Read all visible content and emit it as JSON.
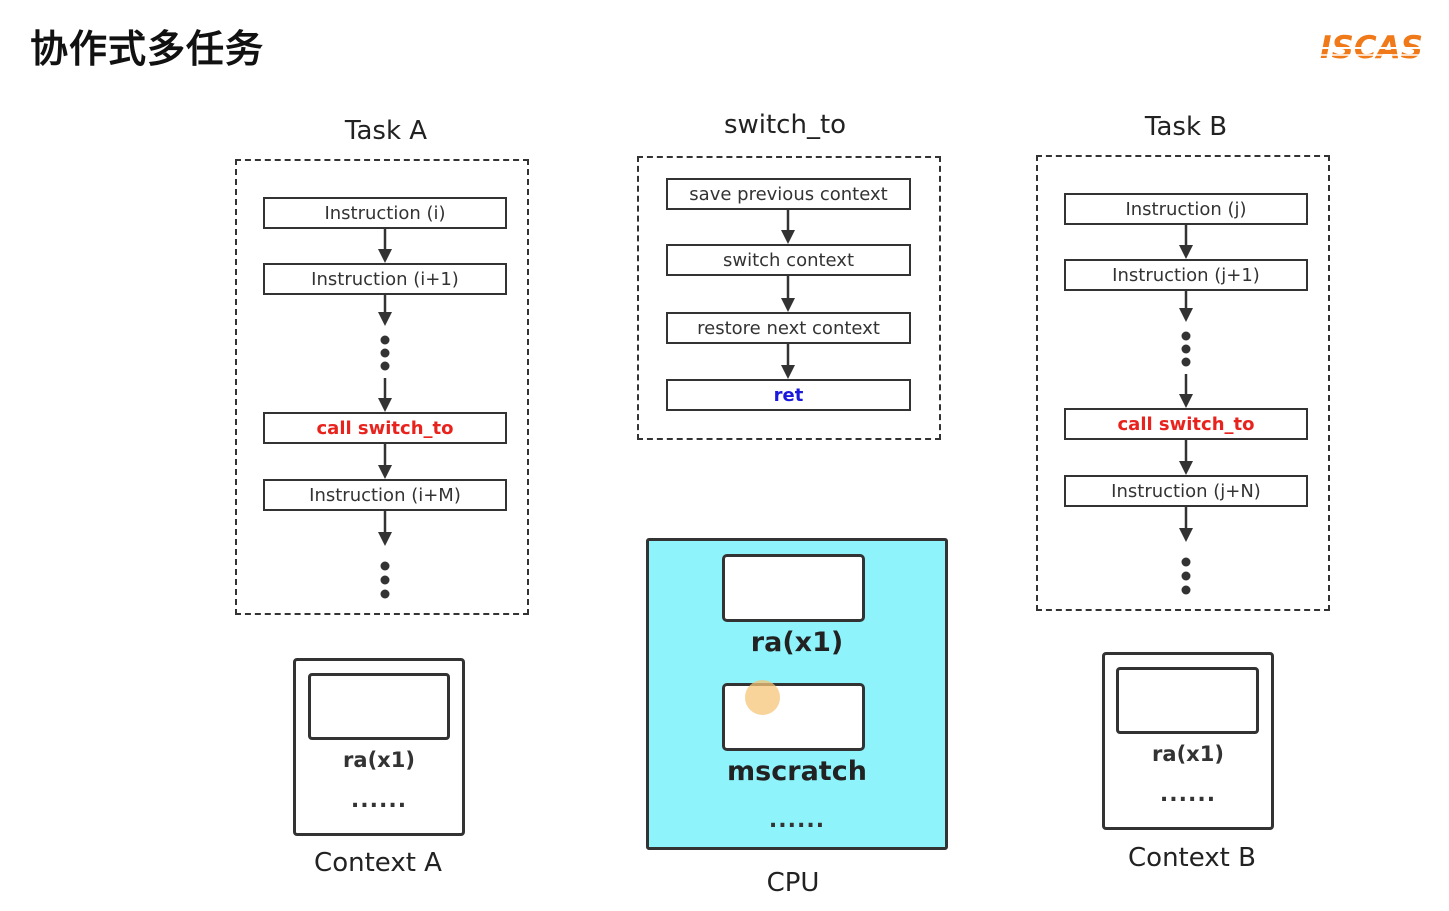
{
  "slide": {
    "title": "协作式多任务",
    "logo_text": "ISCAS"
  },
  "task_a": {
    "title": "Task A",
    "instructions": [
      "Instruction (i)",
      "Instruction (i+1)",
      "call  switch_to",
      "Instruction (i+M)"
    ]
  },
  "switch_to": {
    "title": "switch_to",
    "steps": [
      "save previous context",
      "switch context",
      "restore next context",
      "ret"
    ]
  },
  "task_b": {
    "title": "Task B",
    "instructions": [
      "Instruction (j)",
      "Instruction (j+1)",
      "call switch_to",
      "Instruction (j+N)"
    ]
  },
  "context_a": {
    "label": "Context A",
    "register": "ra(x1)",
    "more": "......"
  },
  "cpu": {
    "label": "CPU",
    "registers": [
      "ra(x1)",
      "mscratch"
    ],
    "more": "......"
  },
  "context_b": {
    "label": "Context B",
    "register": "ra(x1)",
    "more": "......"
  },
  "colors": {
    "highlight_red": "#e8231d",
    "ret_blue": "#1a1adc",
    "cpu_fill": "#8ef3fb",
    "logo_orange": "#f07a1a"
  }
}
